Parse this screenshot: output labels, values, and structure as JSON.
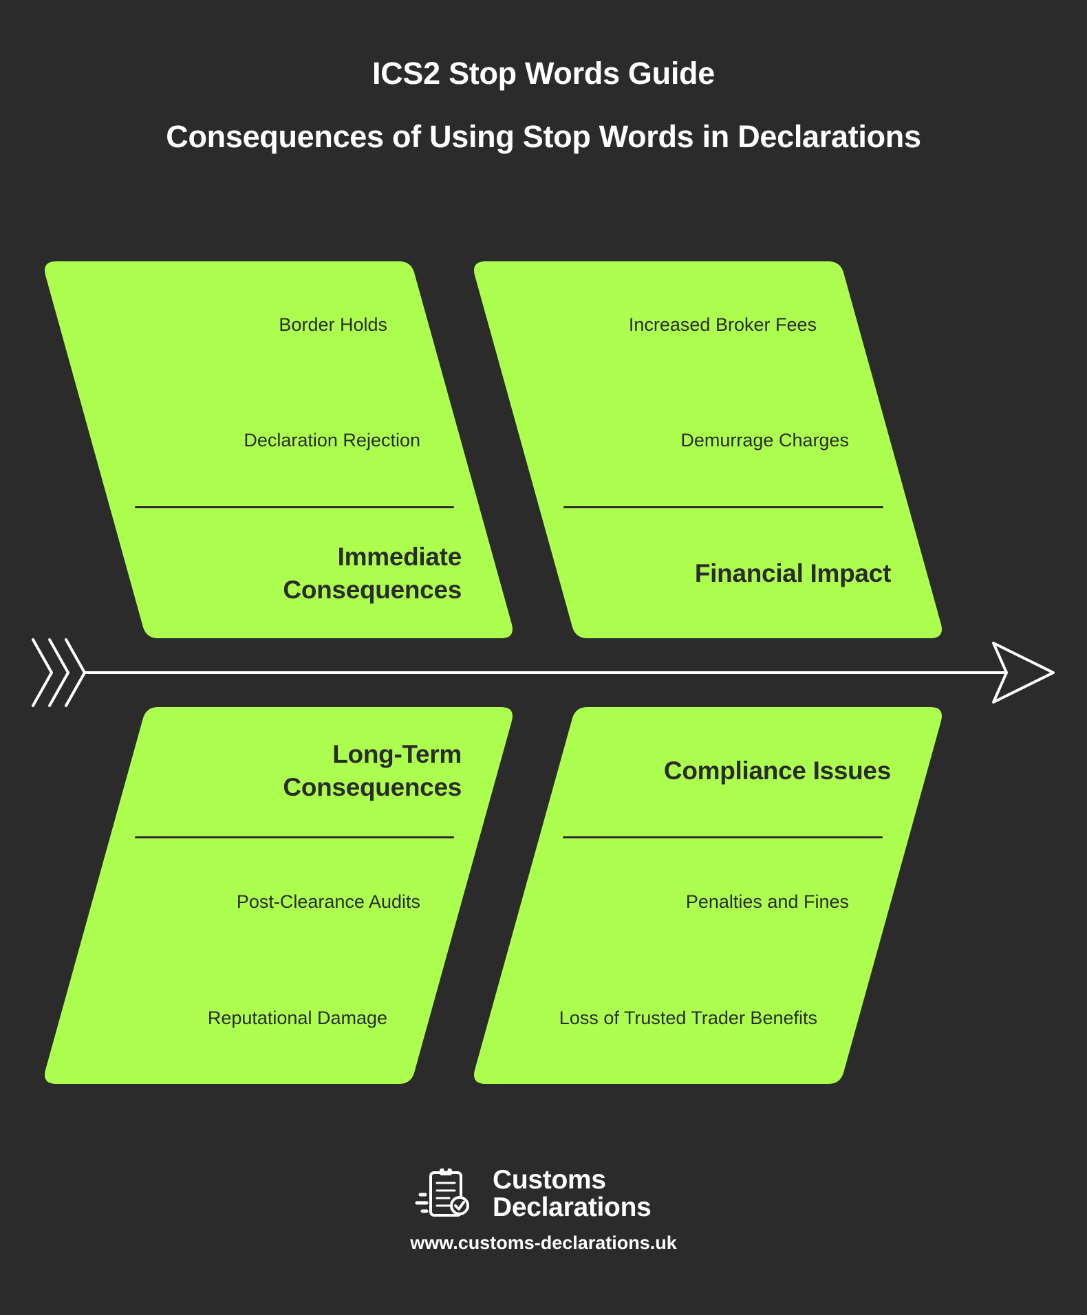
{
  "header": {
    "title": "ICS2 Stop Words Guide",
    "subtitle": "Consequences of Using Stop Words in Declarations"
  },
  "colors": {
    "background": "#2b2b2b",
    "card": "#adff4f",
    "text_dark": "#2b2b2b",
    "text_light": "#ffffff"
  },
  "categories": [
    {
      "heading_lines": [
        "Immediate",
        "Consequences"
      ],
      "items": [
        "Border Holds",
        "Declaration Rejection"
      ]
    },
    {
      "heading_lines": [
        "Financial Impact"
      ],
      "items": [
        "Increased Broker Fees",
        "Demurrage Charges"
      ]
    },
    {
      "heading_lines": [
        "Long-Term",
        "Consequences"
      ],
      "items": [
        "Post-Clearance Audits",
        "Reputational Damage"
      ]
    },
    {
      "heading_lines": [
        "Compliance Issues"
      ],
      "items": [
        "Penalties and Fines",
        "Loss of Trusted Trader Benefits"
      ]
    }
  ],
  "footer": {
    "brand_line1": "Customs",
    "brand_line2": "Declarations",
    "url": "www.customs-declarations.uk",
    "logo_icon": "clipboard-check-icon"
  }
}
